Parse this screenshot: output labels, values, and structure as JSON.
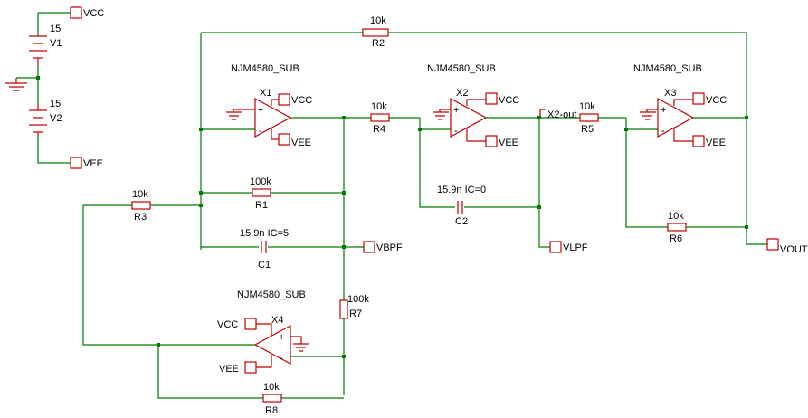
{
  "sources": {
    "v1": {
      "ref": "V1",
      "value": "15"
    },
    "v2": {
      "ref": "V2",
      "value": "15"
    }
  },
  "ports": {
    "vcc": "VCC",
    "vee": "VEE",
    "vbpf": "VBPF",
    "vlpf": "VLPF",
    "vout": "VOUT",
    "x2_out": "X2-out"
  },
  "opamps": {
    "model": "NJM4580_SUB",
    "x1": "X1",
    "x2": "X2",
    "x3": "X3",
    "x4": "X4",
    "plus": "+",
    "minus": "-"
  },
  "resistors": {
    "r1": {
      "ref": "R1",
      "value": "100k"
    },
    "r2": {
      "ref": "R2",
      "value": "10k"
    },
    "r3": {
      "ref": "R3",
      "value": "10k"
    },
    "r4": {
      "ref": "R4",
      "value": "10k"
    },
    "r5": {
      "ref": "R5",
      "value": "10k"
    },
    "r6": {
      "ref": "R6",
      "value": "10k"
    },
    "r7": {
      "ref": "R7",
      "value": "100k"
    },
    "r8": {
      "ref": "R8",
      "value": "10k"
    }
  },
  "capacitors": {
    "c1": {
      "ref": "C1",
      "value": "15.9n IC=5"
    },
    "c2": {
      "ref": "C2",
      "value": "15.9n IC=0"
    }
  },
  "colors": {
    "wire": "#007a00",
    "component": "#c00000",
    "text": "#000000"
  }
}
